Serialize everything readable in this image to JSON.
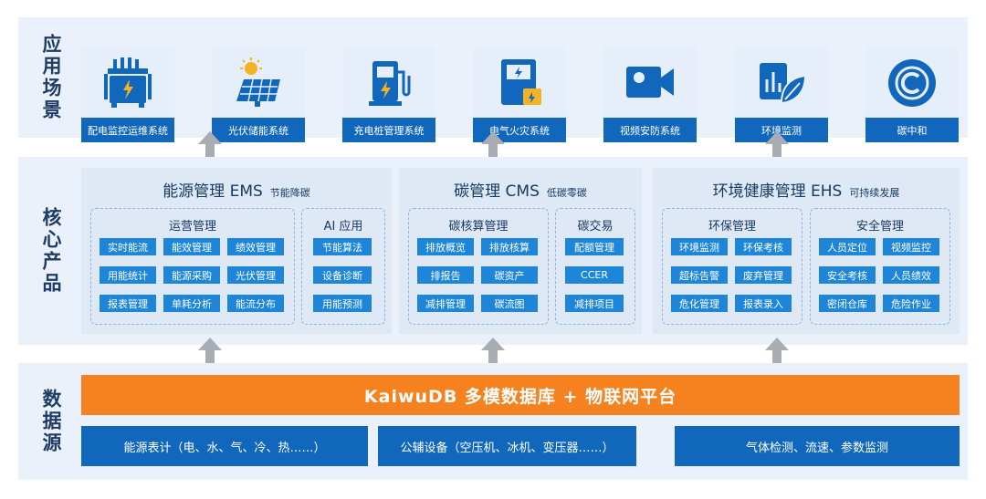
{
  "layers": {
    "application": "应用场景",
    "core": "核心产品",
    "data": "数据源"
  },
  "apps": [
    {
      "label": "配电监控运维系统",
      "icon": "transformer-icon"
    },
    {
      "label": "光伏储能系统",
      "icon": "solar-panel-icon"
    },
    {
      "label": "充电桩管理系统",
      "icon": "charging-pile-icon"
    },
    {
      "label": "电气火灾系统",
      "icon": "electrical-fire-icon"
    },
    {
      "label": "视频安防系统",
      "icon": "video-camera-icon"
    },
    {
      "label": "环境监测",
      "icon": "environment-leaf-icon"
    },
    {
      "label": "碳中和",
      "icon": "carbon-neutral-icon"
    }
  ],
  "products": [
    {
      "title": "能源管理 EMS",
      "subtitle": "节能降碳",
      "groups": [
        {
          "title": "运营管理",
          "items": [
            "实时能流",
            "能效管理",
            "绩效管理",
            "用能统计",
            "能源采购",
            "光伏管理",
            "报表管理",
            "单耗分析",
            "能流分布"
          ]
        },
        {
          "title": "AI 应用",
          "items": [
            "节能算法",
            "设备诊断",
            "用能预测"
          ]
        }
      ]
    },
    {
      "title": "碳管理 CMS",
      "subtitle": "低碳零碳",
      "groups": [
        {
          "title": "碳核算管理",
          "items": [
            "排放概览",
            "排放核算",
            "排报告",
            "碳资产",
            "减排管理",
            "碳流图"
          ]
        },
        {
          "title": "碳交易",
          "items": [
            "配额管理",
            "CCER",
            "减排项目"
          ]
        }
      ]
    },
    {
      "title": "环境健康管理 EHS",
      "subtitle": "可持续发展",
      "groups": [
        {
          "title": "环保管理",
          "items": [
            "环境监测",
            "环保考核",
            "超标告警",
            "废弃管理",
            "危化管理",
            "报表录入"
          ]
        },
        {
          "title": "安全管理",
          "items": [
            "人员定位",
            "视频监控",
            "安全考核",
            "人员绩效",
            "密闭仓库",
            "危险作业"
          ]
        }
      ]
    }
  ],
  "platform": "KaiwuDB 多模数据库 + 物联网平台",
  "sources": [
    "能源表计（电、水、气、冷、热……）",
    "公辅设备（空压机、冰机、变压器……）",
    "气体检测、流速、参数监测"
  ],
  "colors": {
    "band": "#eaf1fa",
    "app_label": "#1167bb",
    "chip": "#1d86d8",
    "platform": "#f5821f",
    "arrow": "#a9adb3",
    "text": "#1f3c66"
  }
}
